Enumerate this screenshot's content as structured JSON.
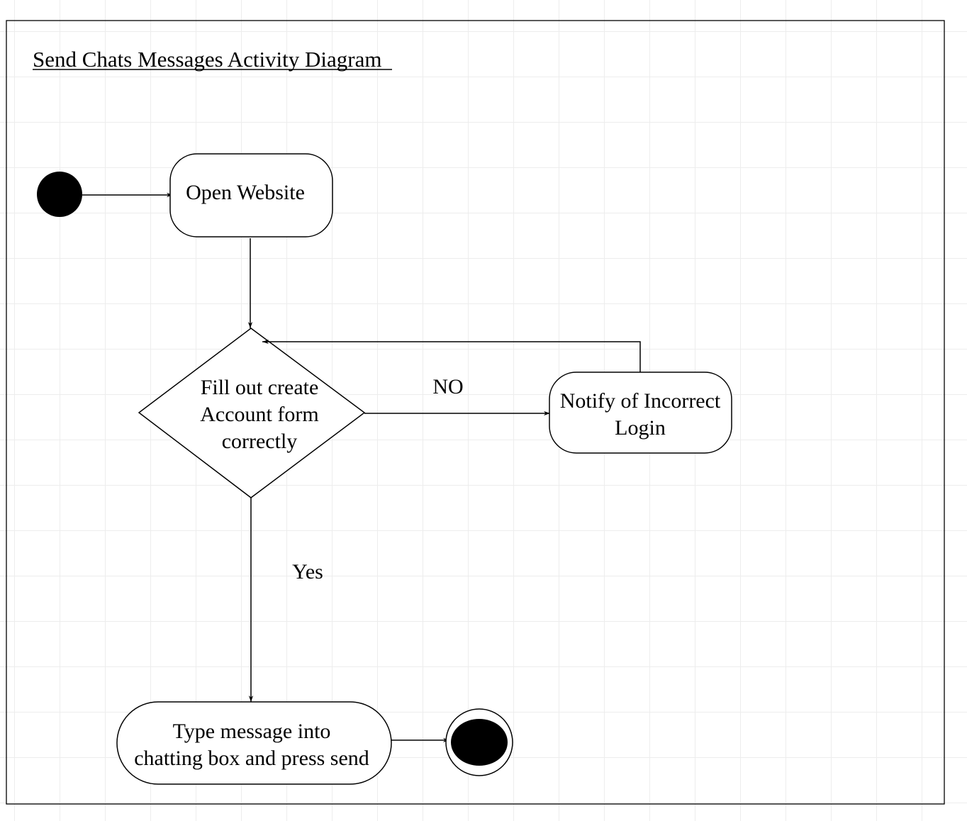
{
  "diagram": {
    "title": "Send Chats Messages Activity Diagram",
    "nodes": {
      "open_website": {
        "label": "Open Website"
      },
      "fill_form": {
        "line1": "Fill out create",
        "line2": "Account form",
        "line3": "correctly"
      },
      "notify": {
        "line1": "Notify of Incorrect",
        "line2": "Login"
      },
      "type_message": {
        "line1": "Type message into",
        "line2": "chatting box and press send"
      }
    },
    "edges": {
      "no_label": "NO",
      "yes_label": "Yes"
    }
  }
}
